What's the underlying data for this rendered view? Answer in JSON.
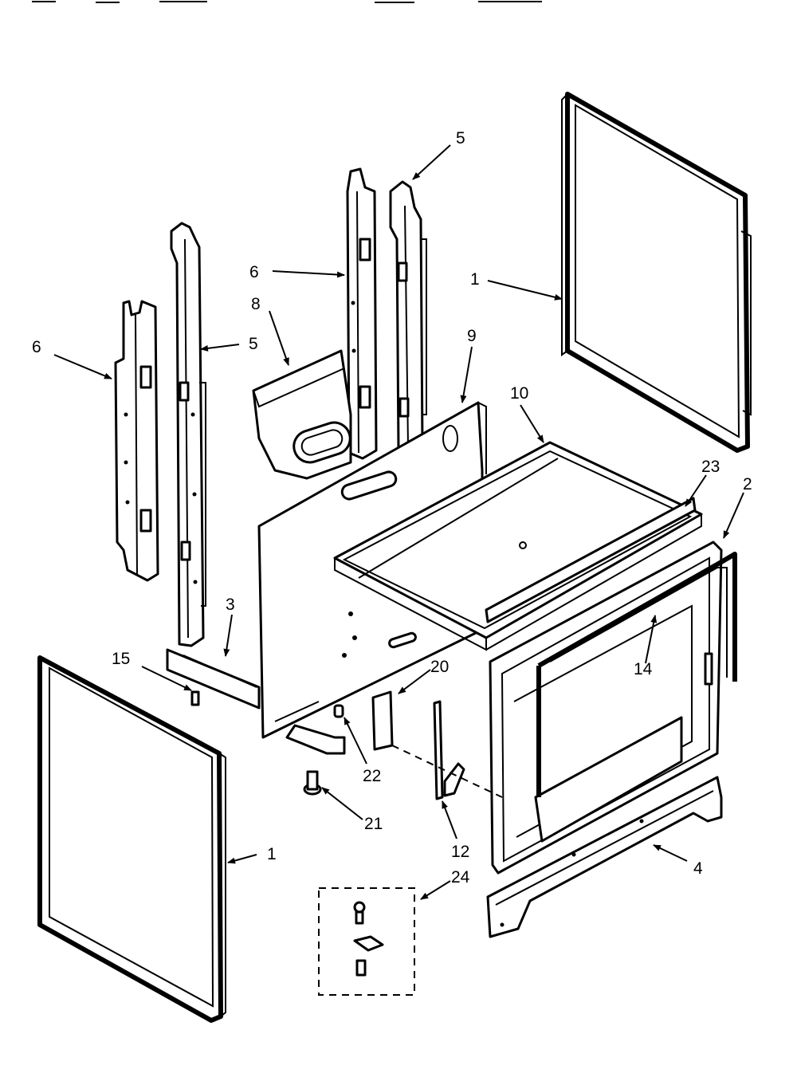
{
  "callouts": {
    "c1_top": "1",
    "c1_bottom": "1",
    "c2": "2",
    "c3": "3",
    "c4": "4",
    "c5_right": "5",
    "c5_left": "5",
    "c6_left": "6",
    "c6_right": "6",
    "c8": "8",
    "c9": "9",
    "c10": "10",
    "c12": "12",
    "c14": "14",
    "c15": "15",
    "c20": "20",
    "c21": "21",
    "c22": "22",
    "c23": "23",
    "c24": "24"
  }
}
